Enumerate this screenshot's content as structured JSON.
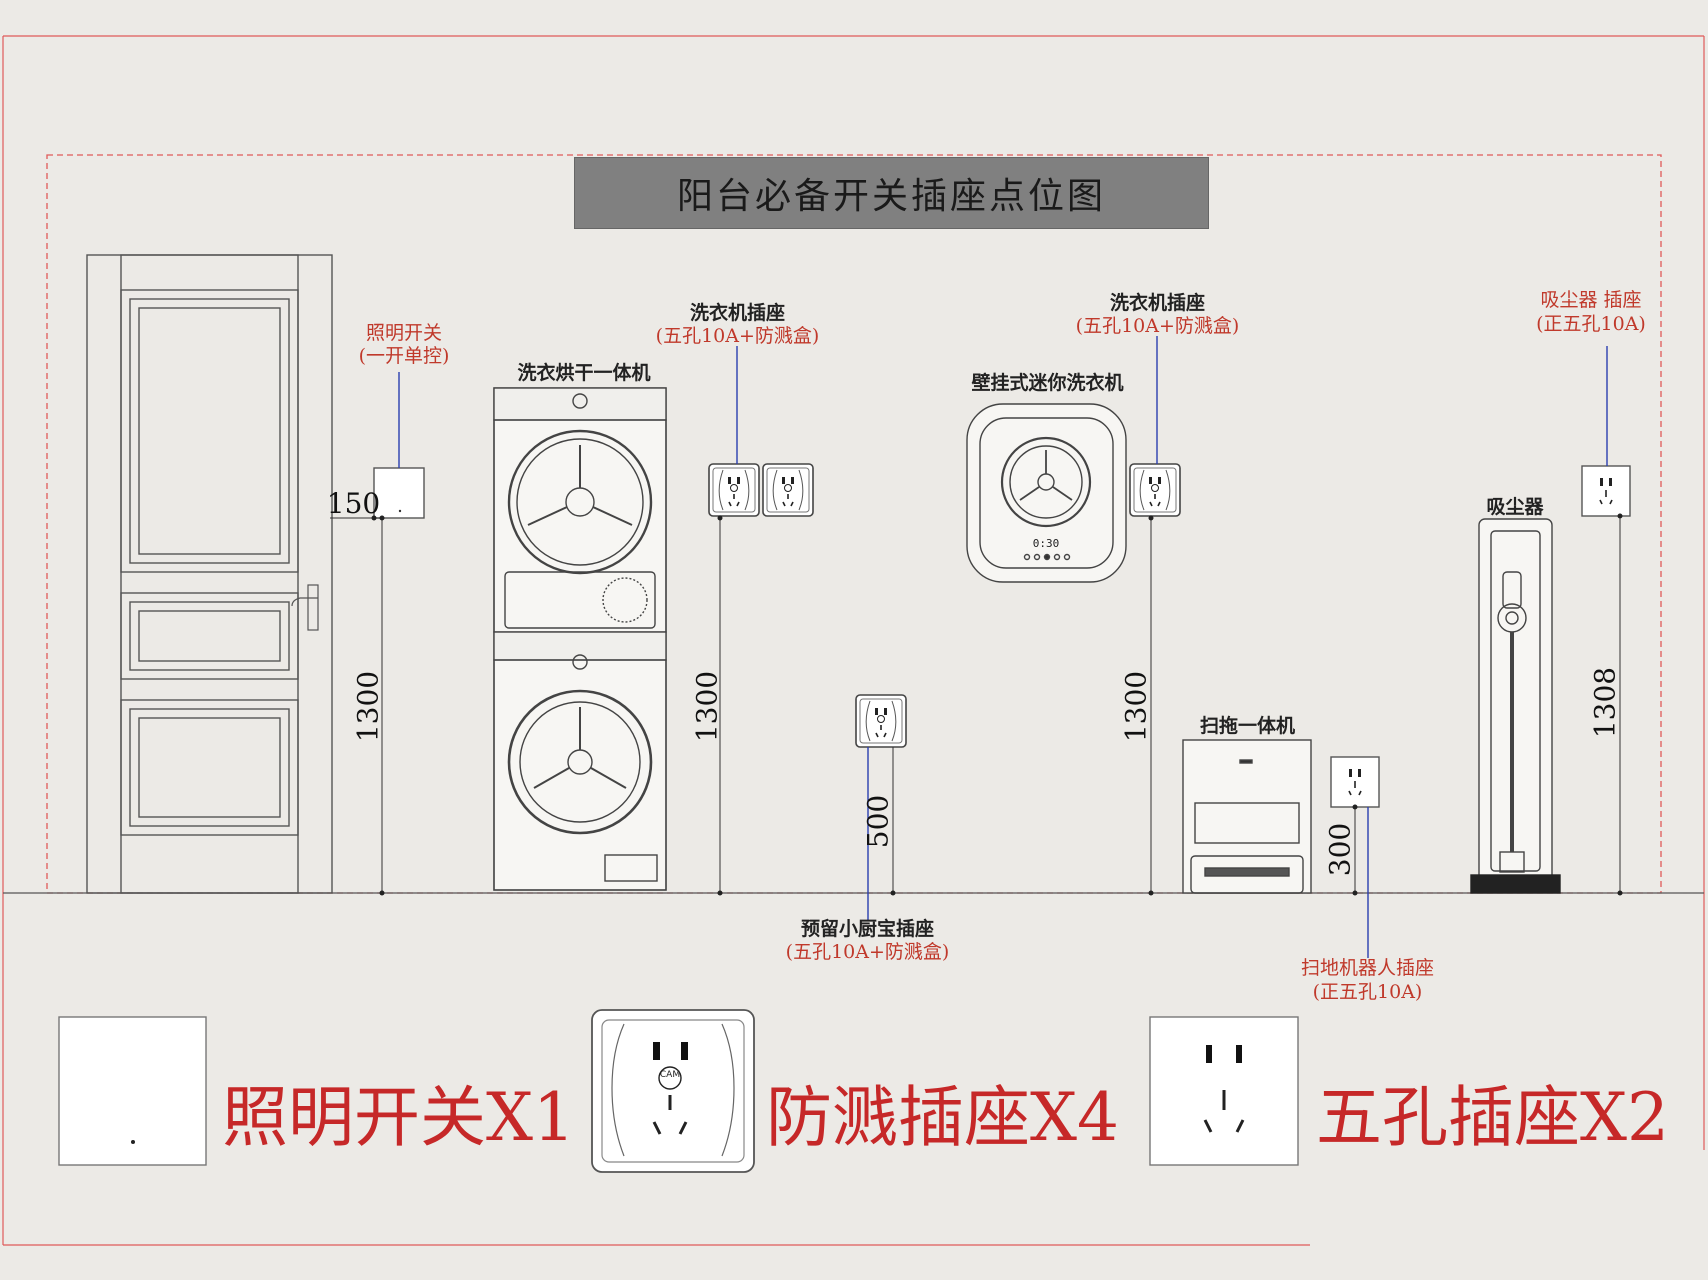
{
  "title": "阳台必备开关插座点位图",
  "labels": {
    "light_switch": [
      "照明开关",
      "(一开单控)"
    ],
    "washer_dryer": "洗衣烘干一体机",
    "washer_socket_left": [
      "洗衣机插座",
      "(五孔10A+防溅盒)"
    ],
    "wall_washer": "壁挂式迷你洗衣机",
    "washer_socket_right": [
      "洗衣机插座",
      "(五孔10A+防溅盒)"
    ],
    "vacuum_socket": [
      "吸尘器  插座",
      "(正五孔10A)"
    ],
    "vacuum": "吸尘器",
    "mop_unit": "扫拖一体机",
    "kitchen_socket": [
      "预留小厨宝插座",
      "(五孔10A+防溅盒)"
    ],
    "robot_socket": [
      "扫地机器人插座",
      "(正五孔10A)"
    ]
  },
  "dimensions": {
    "switch_offset": "150",
    "switch_height": "1300",
    "washer_socket_height": "1300",
    "kitchen_socket_height": "500",
    "wall_washer_socket_height": "1300",
    "robot_socket_height": "300",
    "vacuum_socket_height": "1308"
  },
  "device_texts": {
    "timer": "0:30",
    "brand": "CAM"
  },
  "legend": {
    "switch": "照明开关X1",
    "splash_socket": "防溅插座X4",
    "five_hole_socket": "五孔插座X2"
  },
  "colors": {
    "annotation_red": "#c0392b",
    "leader_blue": "#2b3fb0",
    "legend_red": "#c62828"
  }
}
